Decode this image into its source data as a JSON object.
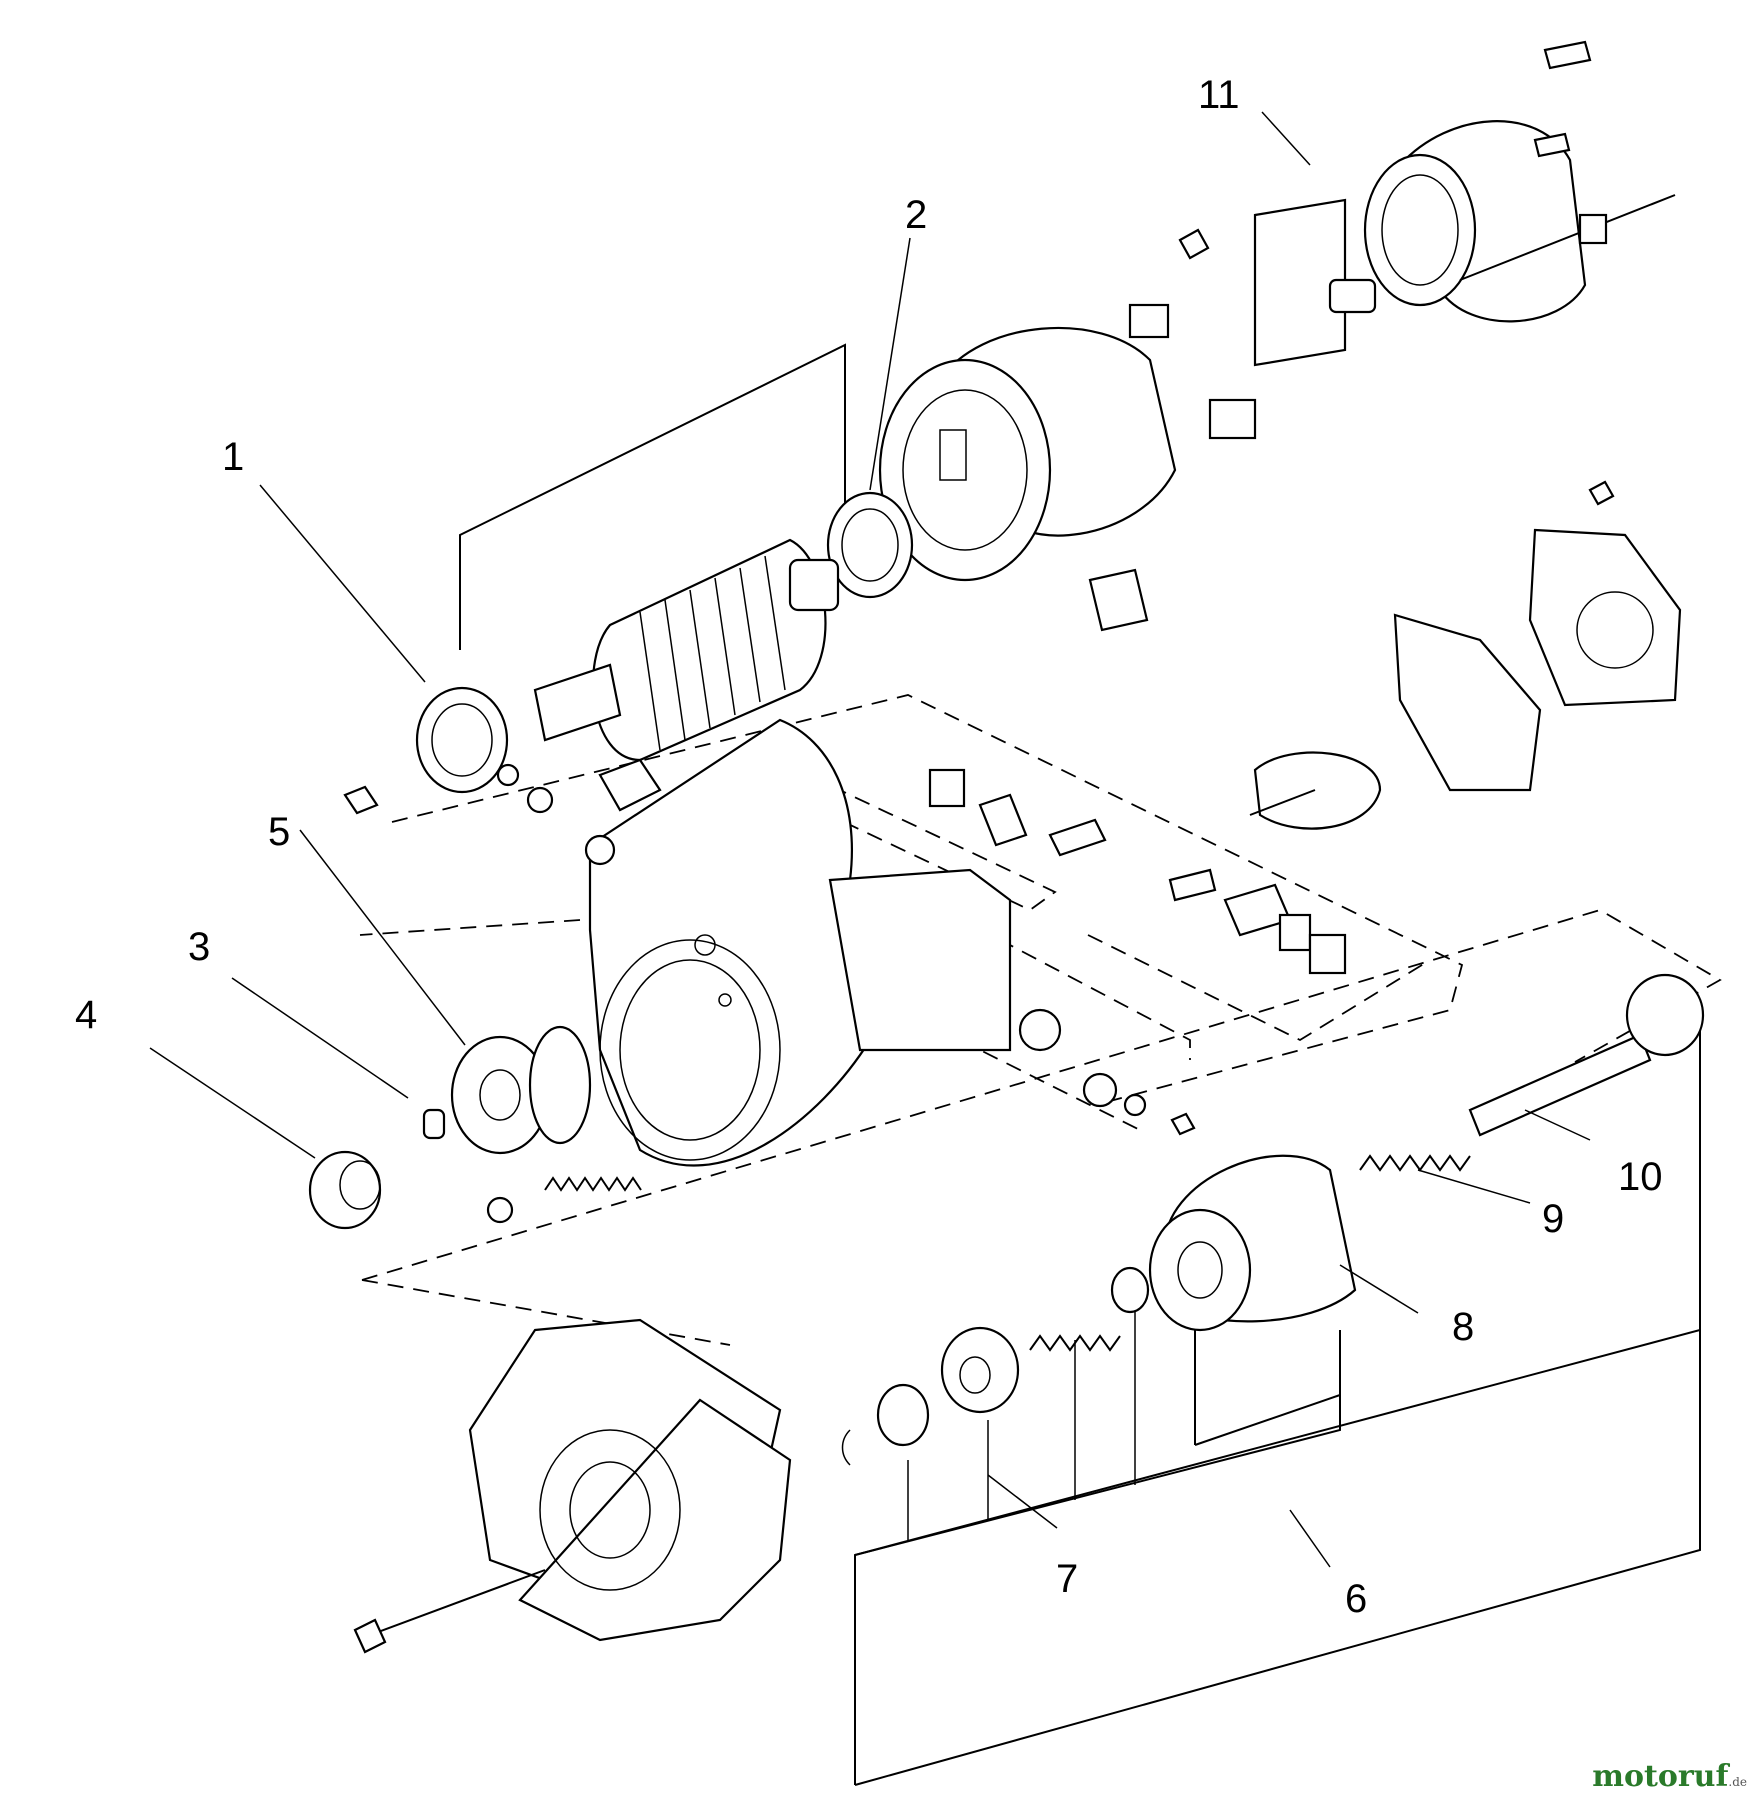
{
  "callouts": [
    "1",
    "2",
    "3",
    "4",
    "5",
    "6",
    "7",
    "8",
    "9",
    "10",
    "11"
  ],
  "watermark": {
    "name": "motoruf",
    "suffix": ".de"
  },
  "colors": {
    "line": "#000000",
    "background": "#ffffff",
    "watermark": "#2a7a2a"
  }
}
